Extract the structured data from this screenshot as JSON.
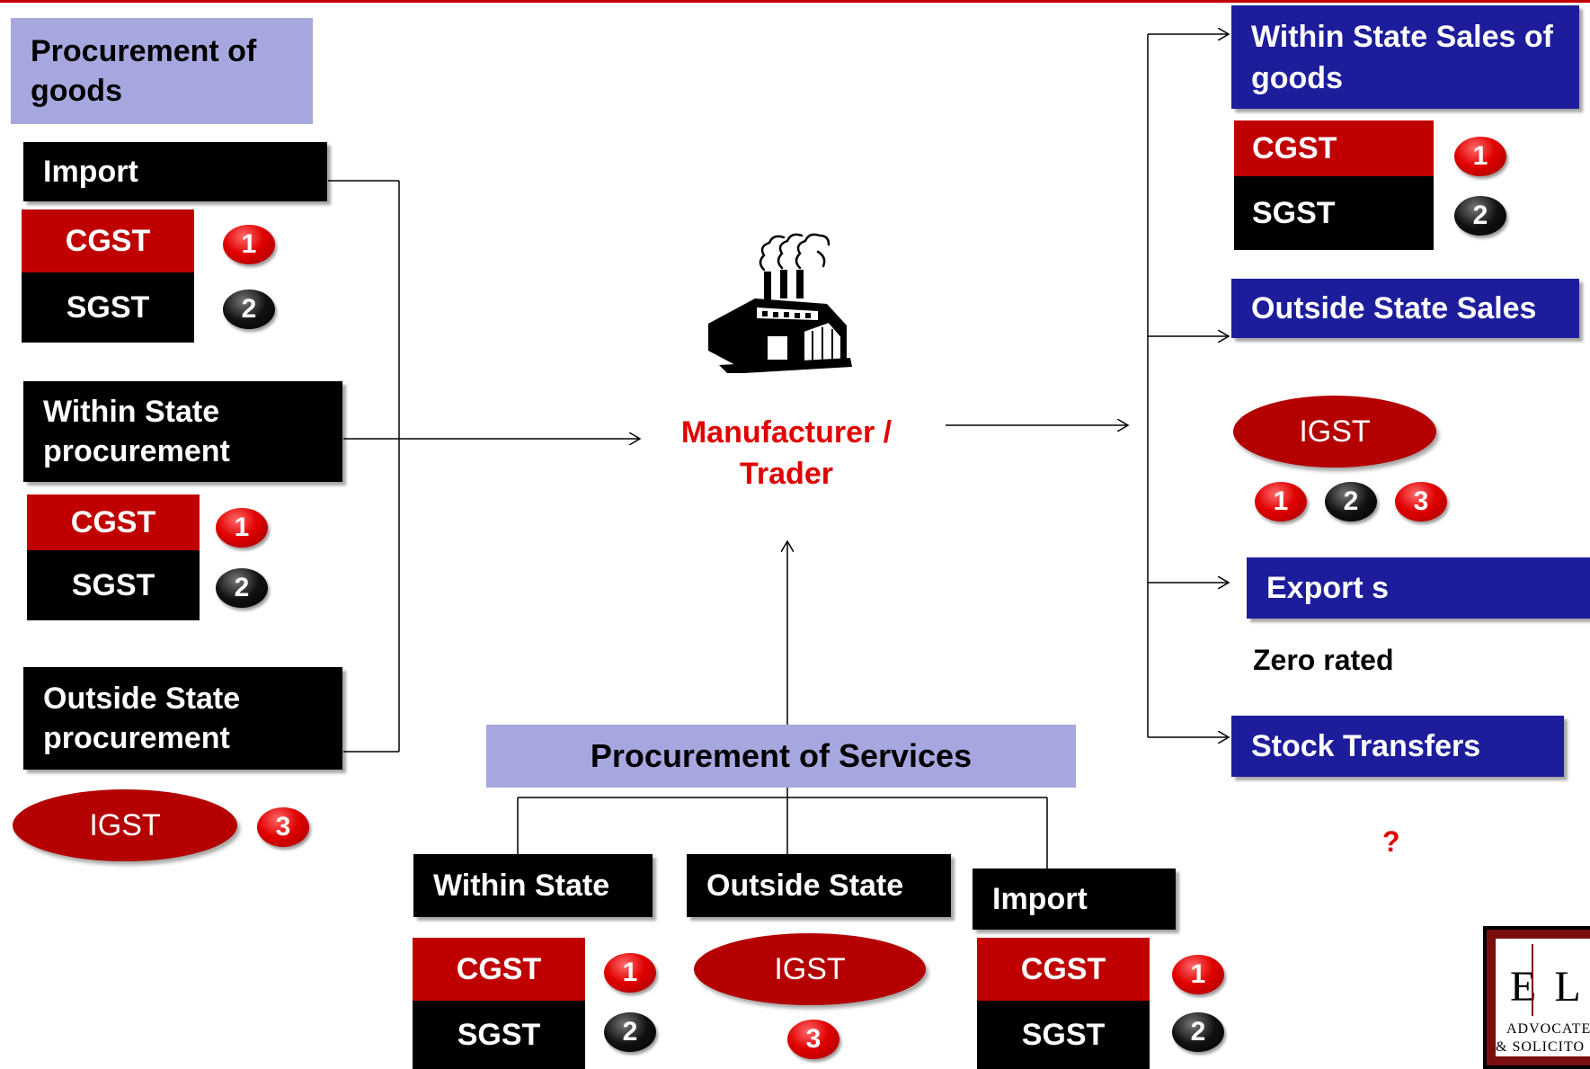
{
  "left": {
    "procurement_title": "Procurement of goods",
    "import": {
      "label": "Import",
      "cgst": "CGST",
      "sgst": "SGST",
      "b1": "1",
      "b2": "2"
    },
    "within": {
      "label": "Within State procurement",
      "cgst": "CGST",
      "sgst": "SGST",
      "b1": "1",
      "b2": "2"
    },
    "outside": {
      "label": "Outside State procurement",
      "igst": "IGST",
      "b3": "3"
    }
  },
  "center": {
    "label": "Manufacturer / Trader",
    "icon": "factory-icon"
  },
  "services": {
    "title": "Procurement of Services",
    "within": {
      "label": "Within State",
      "cgst": "CGST",
      "sgst": "SGST",
      "b1": "1",
      "b2": "2"
    },
    "outside": {
      "label": "Outside State",
      "igst": "IGST",
      "b3": "3"
    },
    "import": {
      "label": "Import",
      "cgst": "CGST",
      "sgst": "SGST",
      "b1": "1",
      "b2": "2"
    }
  },
  "right": {
    "within_sales": {
      "label": "Within State Sales of goods",
      "cgst": "CGST",
      "sgst": "SGST",
      "b1": "1",
      "b2": "2"
    },
    "outside_sales": {
      "label": "Outside State Sales",
      "igst": "IGST",
      "b1": "1",
      "b2": "2",
      "b3": "3"
    },
    "exports": {
      "label": "Export s",
      "note": "Zero rated"
    },
    "stock": {
      "label": "Stock Transfers",
      "note": "?"
    }
  },
  "logo": {
    "letters": "E L",
    "line1": "ADVOCATE",
    "line2": "& SOLICITO"
  },
  "colors": {
    "red": "#c00000",
    "blue": "#1d1d9c",
    "lavender": "#a7a7e0",
    "black": "#000000"
  }
}
